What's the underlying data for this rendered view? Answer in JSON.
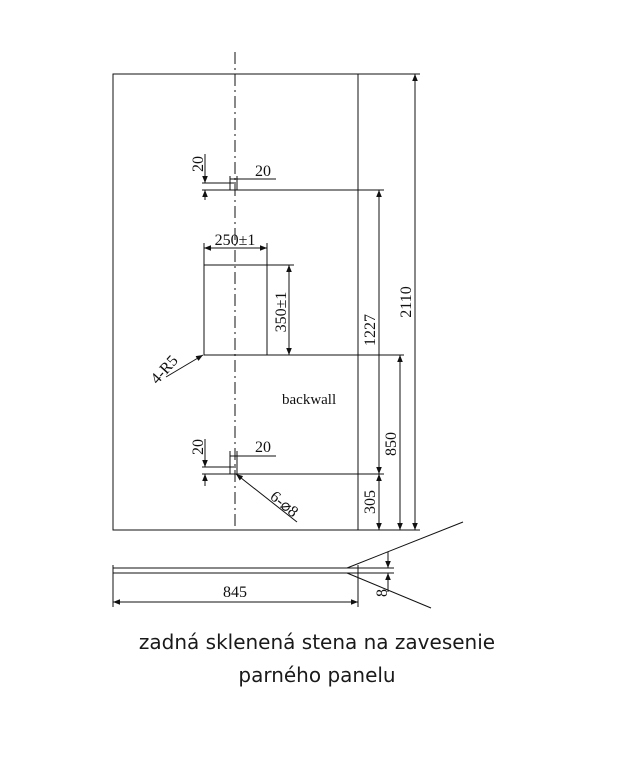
{
  "drawing": {
    "part_label": "backwall",
    "dimensions": {
      "hole_top_vertical": "20",
      "hole_top_horizontal": "20",
      "cutout_width": "250±1",
      "cutout_height": "350±1",
      "corner_radius": "4-R5",
      "height_to_top_hole": "1227",
      "total_height": "2110",
      "height_to_cutout": "850",
      "hole_bottom_vertical": "20",
      "hole_bottom_horizontal": "20",
      "holes": "6-⌀8",
      "height_to_bottom_hole": "305",
      "width": "845",
      "thickness": "8"
    }
  },
  "caption": {
    "line1": "zadná sklenená stena na zavesenie",
    "line2": "parného panelu"
  }
}
